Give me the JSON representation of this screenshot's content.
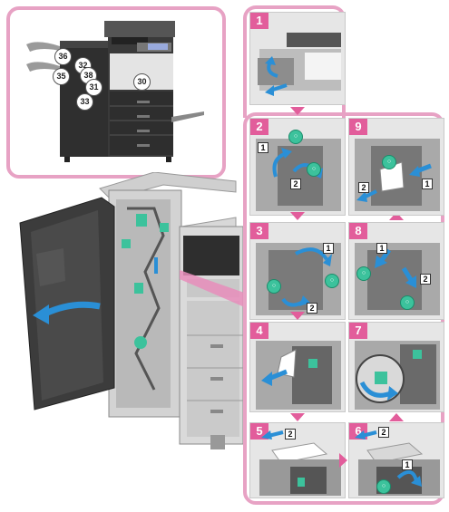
{
  "colors": {
    "frame": "#e7a2c4",
    "step_tab": "#e25d9b",
    "arrow": "#2a8fd6",
    "lever": "#3cc29c"
  },
  "overview": {
    "callouts": [
      "36",
      "32",
      "35",
      "38",
      "31",
      "30",
      "33"
    ]
  },
  "steps": [
    {
      "number": "1",
      "sub_labels": []
    },
    {
      "number": "2",
      "sub_labels": [
        "1",
        "2"
      ]
    },
    {
      "number": "3",
      "sub_labels": [
        "1",
        "2"
      ]
    },
    {
      "number": "4",
      "sub_labels": []
    },
    {
      "number": "5",
      "sub_labels": [
        "2"
      ]
    },
    {
      "number": "6",
      "sub_labels": [
        "2",
        "1"
      ]
    },
    {
      "number": "7",
      "sub_labels": []
    },
    {
      "number": "8",
      "sub_labels": [
        "1",
        "2"
      ]
    },
    {
      "number": "9",
      "sub_labels": [
        "1",
        "2"
      ]
    }
  ]
}
